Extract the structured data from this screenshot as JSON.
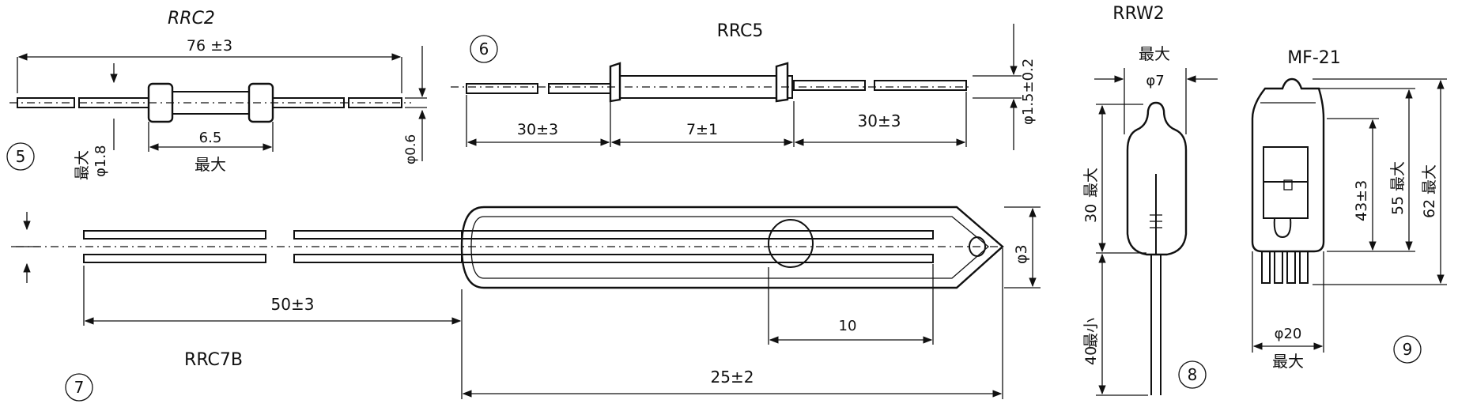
{
  "figures": {
    "f5": {
      "number": "⑤",
      "model": "RRC2",
      "length_dim": "76 ±3",
      "body_dim": "6.5",
      "body_note": "最大",
      "diameter_dim": "φ1.8",
      "diameter_note": "最大",
      "lead_dim": "φ0.6"
    },
    "f6": {
      "number": "⑥",
      "model": "RRC5",
      "left_lead_dim": "30±3",
      "body_dim": "7±1",
      "right_lead_dim": "30±3",
      "diameter_dim": "φ1.5±0.2"
    },
    "f7": {
      "number": "⑦",
      "model": "RRC7B",
      "lead_dim": "50±3",
      "contact_dim": "10",
      "body_dim": "25±2",
      "diameter_dim": "φ3"
    },
    "f8": {
      "number": "⑧",
      "model": "RRW2",
      "diameter_note": "最大",
      "diameter_dim": "φ7",
      "body_dim": "30",
      "body_note": "最大",
      "lead_dim": "40",
      "lead_note": "最小"
    },
    "f9": {
      "number": "⑨",
      "model": "MF-21",
      "inner_dim": "43±3",
      "mid_dim": "55",
      "mid_note": "最大",
      "total_dim": "62",
      "total_note": "最大",
      "diameter_dim": "φ20",
      "diameter_note": "最大"
    }
  }
}
